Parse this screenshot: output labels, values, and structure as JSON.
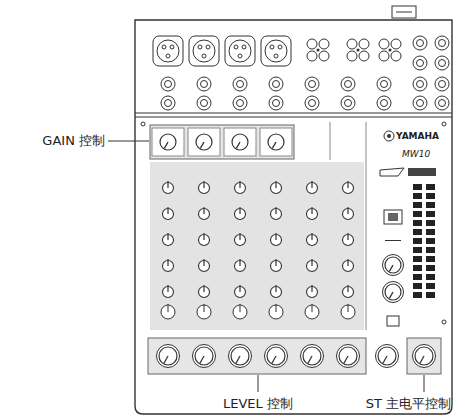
{
  "diagram": {
    "labels": [
      "GAIN 控制",
      "LEVEL 控制",
      "ST 主电平控制",
      "YAMAHA",
      "MW10"
    ]
  }
}
